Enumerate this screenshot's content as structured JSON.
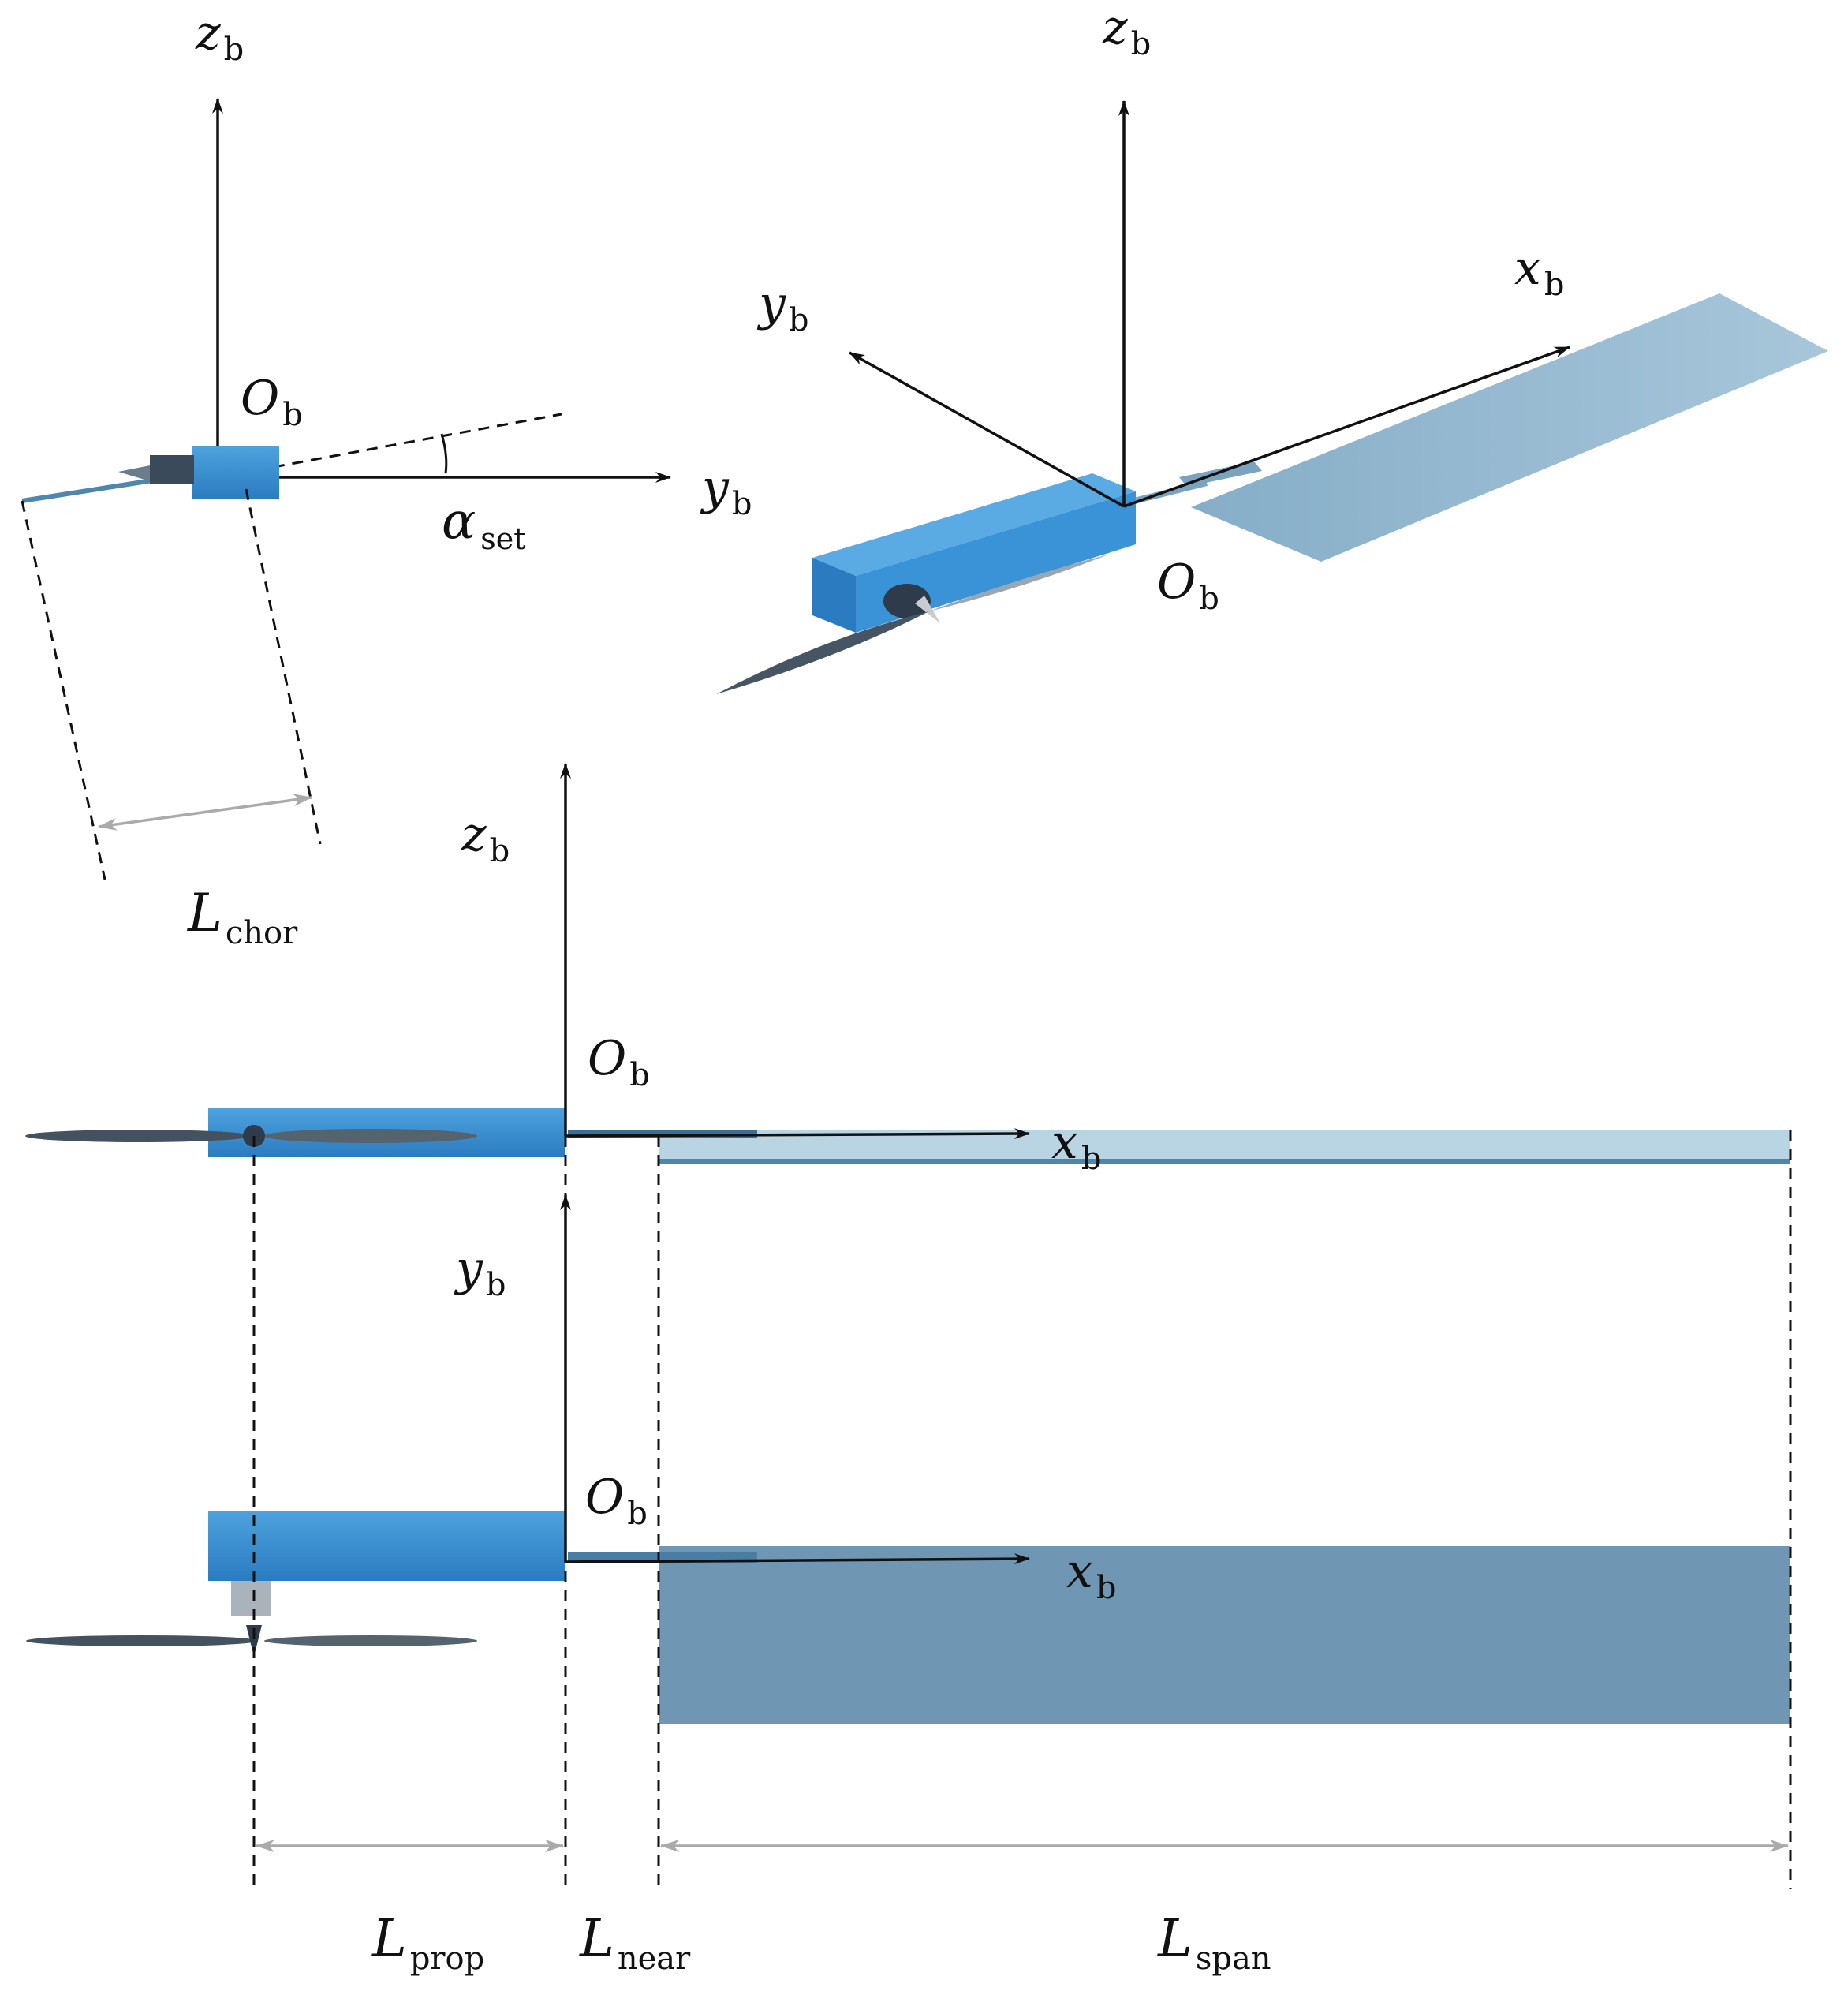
{
  "labels": {
    "zb": {
      "main": "z",
      "sub": "b"
    },
    "yb": {
      "main": "y",
      "sub": "b"
    },
    "xb": {
      "main": "x",
      "sub": "b"
    },
    "ob": {
      "main": "O",
      "sub": "b"
    },
    "alpha_set": {
      "main": "α",
      "sub": "set"
    },
    "l_chor": {
      "main": "L",
      "sub": "chor"
    },
    "l_prop": {
      "main": "L",
      "sub": "prop"
    },
    "l_near": {
      "main": "L",
      "sub": "near"
    },
    "l_span": {
      "main": "L",
      "sub": "span"
    }
  },
  "colors": {
    "body_blue": "#2f86c8",
    "body_blue_dark": "#1c5f9c",
    "wing_light": "#a9c8da",
    "wing_top": "#b9d4e3",
    "wing_edge": "#4f86ad",
    "wing_plan": "#6f97b4",
    "prop_grey": "#4f5e6b",
    "axis": "#111111",
    "dim_grey": "#aaaaaa"
  }
}
